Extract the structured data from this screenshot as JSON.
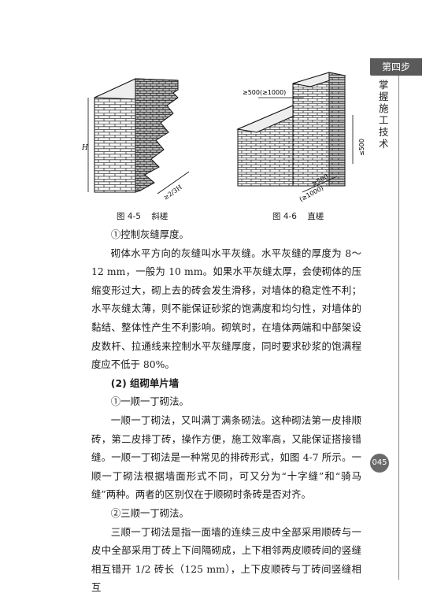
{
  "figures": [
    {
      "number": "图 4-5",
      "title": "斜槎",
      "labels": {
        "height": "H",
        "run": "≥2/3H"
      }
    },
    {
      "number": "图 4-6",
      "title": "直槎",
      "labels": {
        "top": "≥500(≥1000)",
        "right": "≤500",
        "bottom_a": "≥500",
        "bottom_b": "(≥1000)"
      }
    }
  ],
  "sidebar": {
    "step_tab": "第四步",
    "vertical_title": "掌握施工技术"
  },
  "page_number": "045",
  "body": [
    {
      "type": "item",
      "text": "①控制灰缝厚度。"
    },
    {
      "type": "para",
      "text": "砌体水平方向的灰缝叫水平灰缝。水平灰缝的厚度为 8～12 mm，一般为 10 mm。如果水平灰缝太厚，会使砌体的压缩变形过大，砌上去的砖会发生滑移，对墙体的稳定性不利；水平灰缝太薄，则不能保证砂浆的饱满度和均匀性，对墙体的黏结、整体性产生不利影响。砌筑时，在墙体两端和中部架设皮数杆、拉通线来控制水平灰缝厚度，同时要求砂浆的饱满程度应不低于 80%。"
    },
    {
      "type": "heading",
      "text": "(2) 组砌单片墙"
    },
    {
      "type": "item",
      "text": "①一顺一丁砌法。"
    },
    {
      "type": "para",
      "text": "一顺一丁砌法，又叫满丁满条砌法。这种砌法第一皮排顺砖，第二皮排丁砖，操作方便，施工效率高，又能保证搭接错缝。一顺一丁砌法是一种常见的排砖形式，如图 4-7 所示。一顺一丁砌法根据墙面形式不同，可又分为“十字缝”和“骑马缝”两种。两者的区别仅在于顺砌时条砖是否对齐。"
    },
    {
      "type": "item",
      "text": "②三顺一丁砌法。"
    },
    {
      "type": "para",
      "text": "三顺一丁砌法是指一面墙的连续三皮中全部采用顺砖与一皮中全部采用丁砖上下间隔砌成，上下相邻两皮顺砖间的竖缝相互错开 1/2 砖长（125 mm），上下皮顺砖与丁砖间竖缝相互"
    }
  ]
}
